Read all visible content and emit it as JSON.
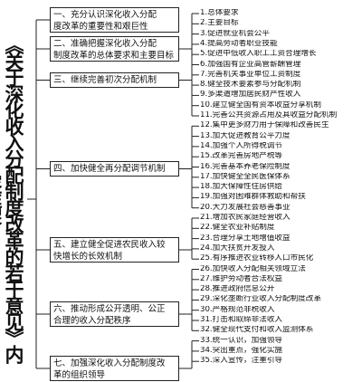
{
  "title": "《关于深化收入分配制度改革的若干意见》内容框架",
  "sections": [
    {
      "line1": "一、充分认识深化收入分配",
      "line2": "度改革的重要性和艰巨性"
    },
    {
      "line1": "二、准确把握深化收入分配",
      "line2": "制度改革的总体要求和主要目标"
    },
    {
      "line1": "三、继续完善初次分配机制",
      "line2": ""
    },
    {
      "line1": "四、加快健全再分配调节机制",
      "line2": ""
    },
    {
      "line1": "五、建立健全促进农民收入较",
      "line2": "快增长的长效机制"
    },
    {
      "line1": "六、推动形成公开透明、公正",
      "line2": "合理的收入分配秩序"
    },
    {
      "line1": "七、加强深化收入分配制度改",
      "line2": "革的组织领导"
    }
  ],
  "items": [
    "1.总体要求",
    "2.主要目标",
    "3.促进就业机会公平",
    "4.提高劳动者职业技能",
    "5.促进中低收入职工工资合理增长",
    "6.加强国有企业高管薪酬管理",
    "7.完善机关事业单位工资制度",
    "8.健全技术要素参与分配机制",
    "9.多渠道增加居民财产性收入",
    "10.建立健全国有资本收益分享机制",
    "11.完善公共资源占用及其收益分配机制",
    "12.集中更多财力用于保障和改善民生",
    "13.加大促进教育公平力度",
    "14.加强个人所得税调节",
    "15.改革完善房地产税等",
    "16.完善基本养老保险制度",
    "17.加快健全全民医保体系",
    "18.加大保障性住房供给",
    "19.加强对困难群体救助和帮扶",
    "20.大力发展社会慈善事业",
    "21.增加农民家庭经营收入",
    "22.健全农业补贴制度",
    "23.合理分享土地增值收益",
    "24.加大扶贫开发投入",
    "25.有序推进农业转移人口市民化",
    "26.加快收入分配相关领域立法",
    "27.维护劳动者合法权益",
    "28.推进政府信息公开",
    "29.深化垄断行业收入分配制度改革",
    "30.严格规范非税收入",
    "31.打击和取缔非法收入",
    "32.健全现代支付和收入监测体系",
    "33.统一认识，加强领导",
    "34.突出重点，强化实施",
    "35.深入宣传，注重引导"
  ]
}
